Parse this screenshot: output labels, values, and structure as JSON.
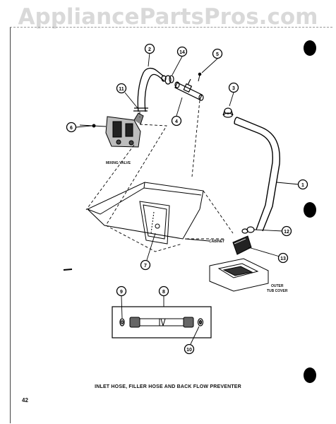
{
  "watermark": "AppliancePartsPros.com",
  "caption": "INLET HOSE, FILLER HOSE AND BACK FLOW PREVENTER",
  "page_number": "42",
  "labels": {
    "mixing_valve": "MIXING VALVE",
    "cabinet": "CABINET",
    "outer_tub_cover": [
      "OUTER",
      "TUB COVER"
    ]
  },
  "callouts": {
    "c1": "1",
    "c2": "2",
    "c3": "3",
    "c4": "4",
    "c5": "5",
    "c6": "6",
    "c7": "7",
    "c8": "8",
    "c9": "9",
    "c10": "10",
    "c11": "11",
    "c12": "12",
    "c13": "13",
    "c14": "14"
  }
}
